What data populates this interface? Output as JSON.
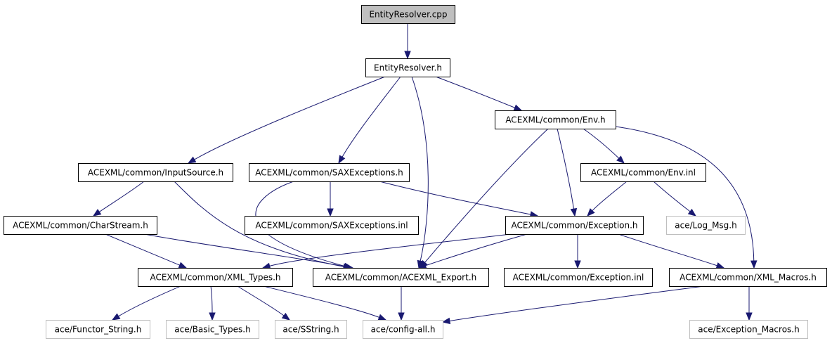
{
  "diagram": {
    "colors": {
      "root_fill": "#bfbfbf",
      "node_fill": "#ffffff",
      "node_border": "#000000",
      "external_border": "#bfbfbf",
      "edge": "#191970"
    },
    "nodes": [
      {
        "id": "entityresolver_cpp",
        "label": "EntityResolver.cpp",
        "kind": "root"
      },
      {
        "id": "entityresolver_h",
        "label": "EntityResolver.h",
        "kind": "file"
      },
      {
        "id": "env_h",
        "label": "ACEXML/common/Env.h",
        "kind": "file"
      },
      {
        "id": "inputsource_h",
        "label": "ACEXML/common/InputSource.h",
        "kind": "file"
      },
      {
        "id": "saxexceptions_h",
        "label": "ACEXML/common/SAXExceptions.h",
        "kind": "file"
      },
      {
        "id": "env_inl",
        "label": "ACEXML/common/Env.inl",
        "kind": "file"
      },
      {
        "id": "charstream_h",
        "label": "ACEXML/common/CharStream.h",
        "kind": "file"
      },
      {
        "id": "saxexceptions_inl",
        "label": "ACEXML/common/SAXExceptions.inl",
        "kind": "file"
      },
      {
        "id": "exception_h",
        "label": "ACEXML/common/Exception.h",
        "kind": "file"
      },
      {
        "id": "log_msg_h",
        "label": "ace/Log_Msg.h",
        "kind": "external"
      },
      {
        "id": "xml_types_h",
        "label": "ACEXML/common/XML_Types.h",
        "kind": "file"
      },
      {
        "id": "acexml_export_h",
        "label": "ACEXML/common/ACEXML_Export.h",
        "kind": "file"
      },
      {
        "id": "exception_inl",
        "label": "ACEXML/common/Exception.inl",
        "kind": "file"
      },
      {
        "id": "xml_macros_h",
        "label": "ACEXML/common/XML_Macros.h",
        "kind": "file"
      },
      {
        "id": "functor_string_h",
        "label": "ace/Functor_String.h",
        "kind": "external"
      },
      {
        "id": "basic_types_h",
        "label": "ace/Basic_Types.h",
        "kind": "external"
      },
      {
        "id": "sstring_h",
        "label": "ace/SString.h",
        "kind": "external"
      },
      {
        "id": "config_all_h",
        "label": "ace/config-all.h",
        "kind": "external"
      },
      {
        "id": "exception_macros_h",
        "label": "ace/Exception_Macros.h",
        "kind": "external"
      }
    ],
    "edges": [
      {
        "from": "entityresolver_cpp",
        "to": "entityresolver_h"
      },
      {
        "from": "entityresolver_h",
        "to": "inputsource_h"
      },
      {
        "from": "entityresolver_h",
        "to": "saxexceptions_h"
      },
      {
        "from": "entityresolver_h",
        "to": "acexml_export_h"
      },
      {
        "from": "entityresolver_h",
        "to": "env_h"
      },
      {
        "from": "env_h",
        "to": "env_inl"
      },
      {
        "from": "env_h",
        "to": "exception_h"
      },
      {
        "from": "env_h",
        "to": "acexml_export_h"
      },
      {
        "from": "env_h",
        "to": "xml_macros_h"
      },
      {
        "from": "inputsource_h",
        "to": "charstream_h"
      },
      {
        "from": "inputsource_h",
        "to": "acexml_export_h"
      },
      {
        "from": "saxexceptions_h",
        "to": "saxexceptions_inl"
      },
      {
        "from": "saxexceptions_h",
        "to": "exception_h"
      },
      {
        "from": "saxexceptions_h",
        "to": "acexml_export_h"
      },
      {
        "from": "env_inl",
        "to": "exception_h"
      },
      {
        "from": "env_inl",
        "to": "log_msg_h"
      },
      {
        "from": "charstream_h",
        "to": "xml_types_h"
      },
      {
        "from": "charstream_h",
        "to": "acexml_export_h"
      },
      {
        "from": "exception_h",
        "to": "xml_types_h"
      },
      {
        "from": "exception_h",
        "to": "acexml_export_h"
      },
      {
        "from": "exception_h",
        "to": "exception_inl"
      },
      {
        "from": "exception_h",
        "to": "xml_macros_h"
      },
      {
        "from": "xml_types_h",
        "to": "functor_string_h"
      },
      {
        "from": "xml_types_h",
        "to": "basic_types_h"
      },
      {
        "from": "xml_types_h",
        "to": "sstring_h"
      },
      {
        "from": "xml_types_h",
        "to": "config_all_h"
      },
      {
        "from": "acexml_export_h",
        "to": "config_all_h"
      },
      {
        "from": "xml_macros_h",
        "to": "config_all_h"
      },
      {
        "from": "xml_macros_h",
        "to": "exception_macros_h"
      }
    ]
  }
}
